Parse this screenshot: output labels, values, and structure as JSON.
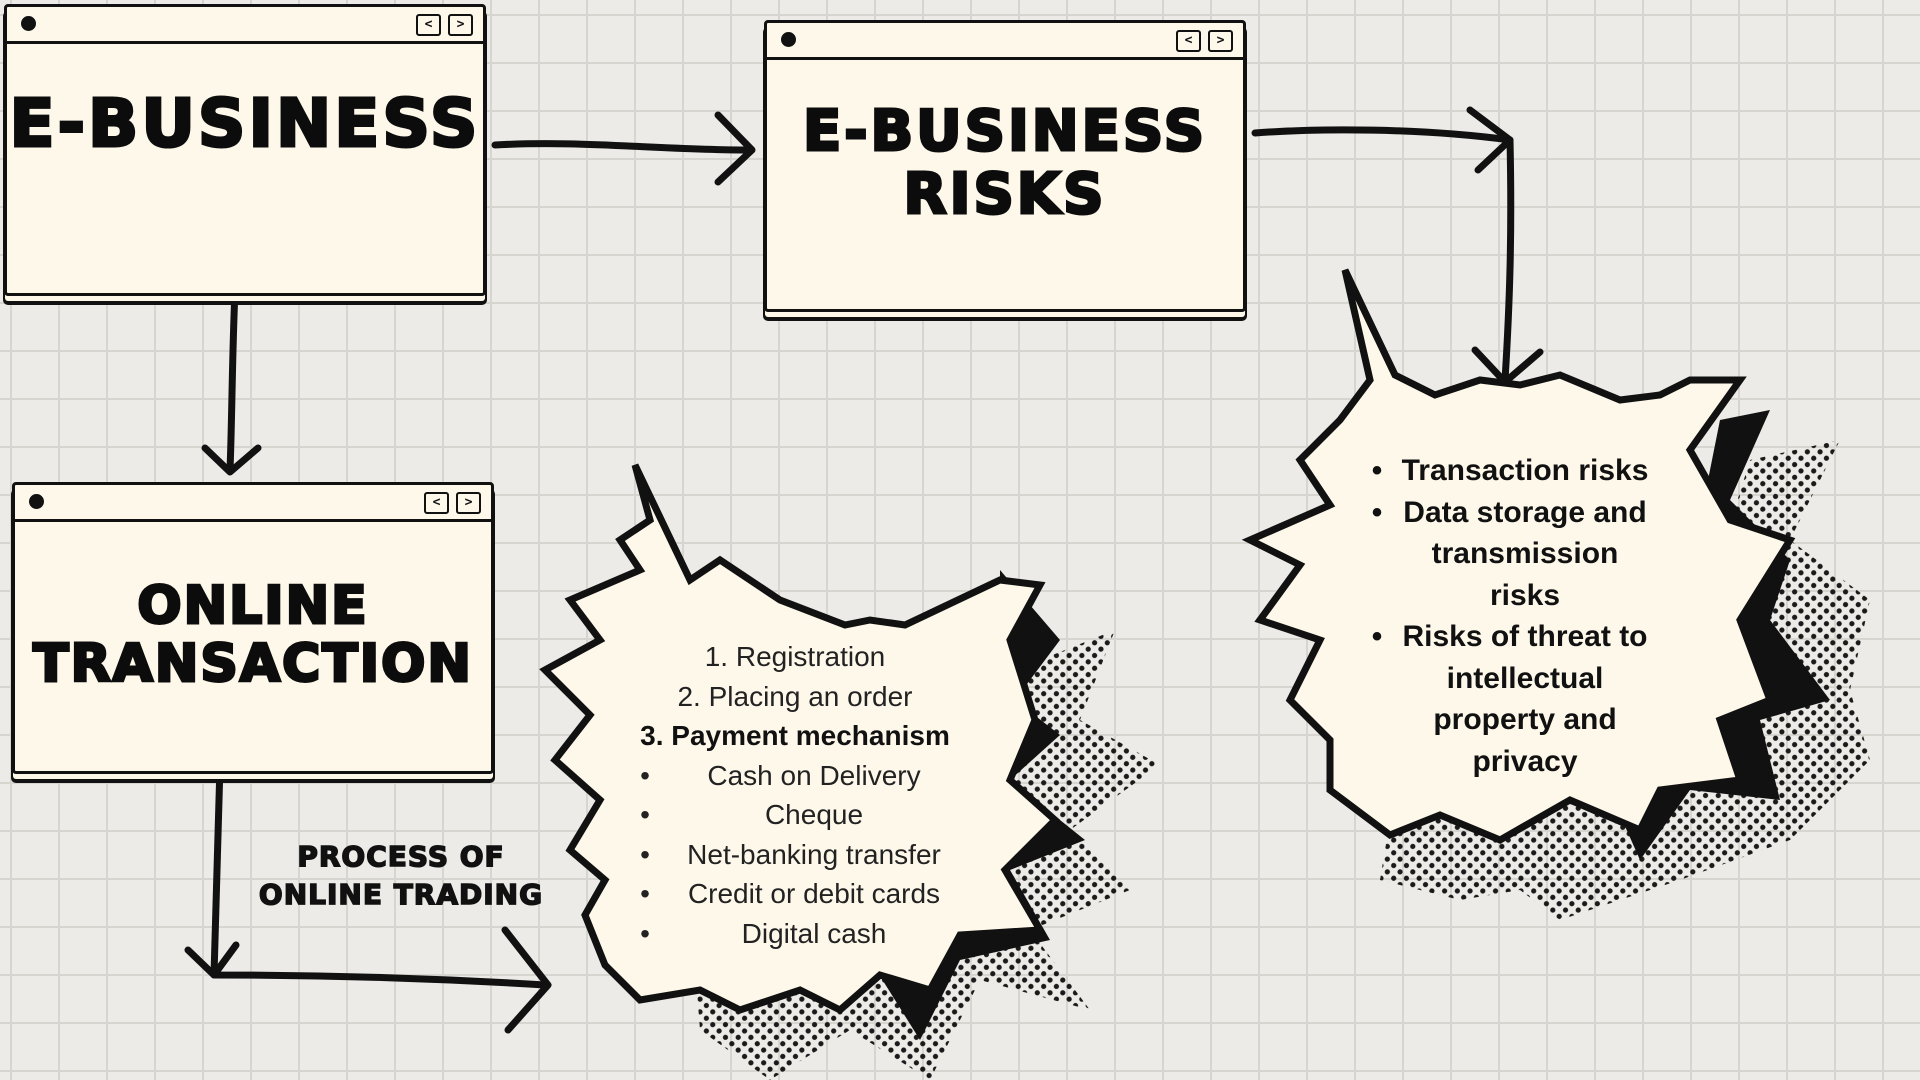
{
  "windows": {
    "ebusiness": {
      "title": "E-BUSINESS",
      "prev_icon": "<",
      "next_icon": ">"
    },
    "risks": {
      "title_line1": "E-BUSINESS",
      "title_line2": "RISKS",
      "prev_icon": "<",
      "next_icon": ">"
    },
    "online": {
      "title_line1": "ONLINE",
      "title_line2": "TRANSACTION",
      "prev_icon": "<",
      "next_icon": ">"
    }
  },
  "process_label": {
    "line1": "PROCESS OF",
    "line2": "ONLINE TRADING"
  },
  "online_trading_steps": {
    "steps": [
      "1. Registration",
      "2. Placing an order",
      "3. Payment mechanism"
    ],
    "payment_methods": [
      "Cash on Delivery",
      "Cheque",
      "Net-banking transfer",
      "Credit or debit cards",
      "Digital cash"
    ]
  },
  "ebusiness_risks": {
    "items": [
      {
        "lines": [
          "Transaction risks"
        ]
      },
      {
        "lines": [
          "Data storage and",
          "transmission",
          "risks"
        ]
      },
      {
        "lines": [
          "Risks of threat to",
          "intellectual",
          "property and",
          "privacy"
        ]
      }
    ]
  },
  "colors": {
    "grid_background": "#ecebe7",
    "grid_lines": "#d6d5d0",
    "window_fill": "#fdf8ea",
    "ink": "#111111"
  },
  "icons": {
    "window_dot": "circle",
    "prev": "chevron-left-icon",
    "next": "chevron-right-icon",
    "arrow": "arrow-icon",
    "burst": "comic-burst-icon"
  }
}
